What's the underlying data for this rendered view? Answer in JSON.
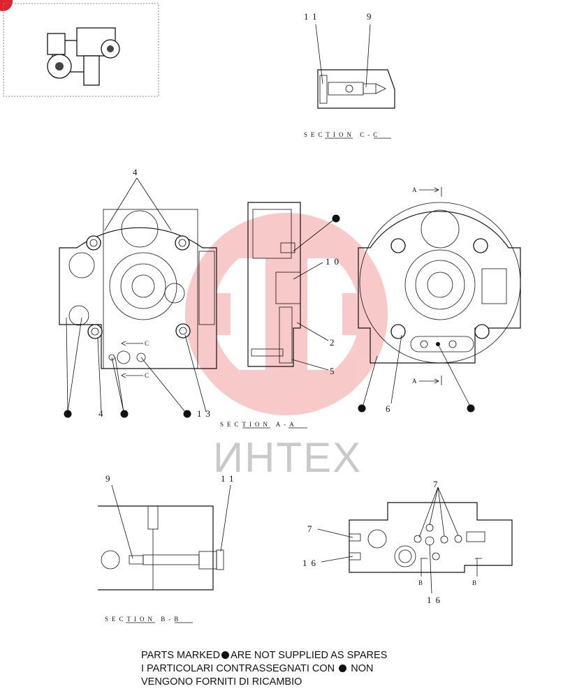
{
  "colors": {
    "ink": "#111111",
    "watermark_logo": "#f08a8a",
    "watermark_text": "#c8c8c8",
    "badge": "#e0202a"
  },
  "thumbnail": {
    "icon": "pump-assembly-icon"
  },
  "sections": {
    "cc": {
      "title": "SECTION C-C",
      "labels": [
        "11",
        "9"
      ]
    },
    "aa": {
      "title": "SECTION A-A",
      "labels": [
        "4",
        "10",
        "2",
        "5",
        "4",
        "13",
        "6",
        "A",
        "A",
        "C",
        "C"
      ]
    },
    "bb": {
      "title": "SECTION B-B",
      "labels": [
        "9",
        "11",
        "7",
        "7",
        "16",
        "16",
        "B",
        "B"
      ]
    }
  },
  "watermark": {
    "text": "ИНТЕХ"
  },
  "note": {
    "line1_a": "PARTS MARKED",
    "line1_b": "ARE NOT SUPPLIED AS SPARES",
    "line2_a": "I PARTICOLARI CONTRASSEGNATI CON",
    "line2_b": "NON",
    "line3": "VENGONO FORNITI DI RICAMBIO"
  }
}
